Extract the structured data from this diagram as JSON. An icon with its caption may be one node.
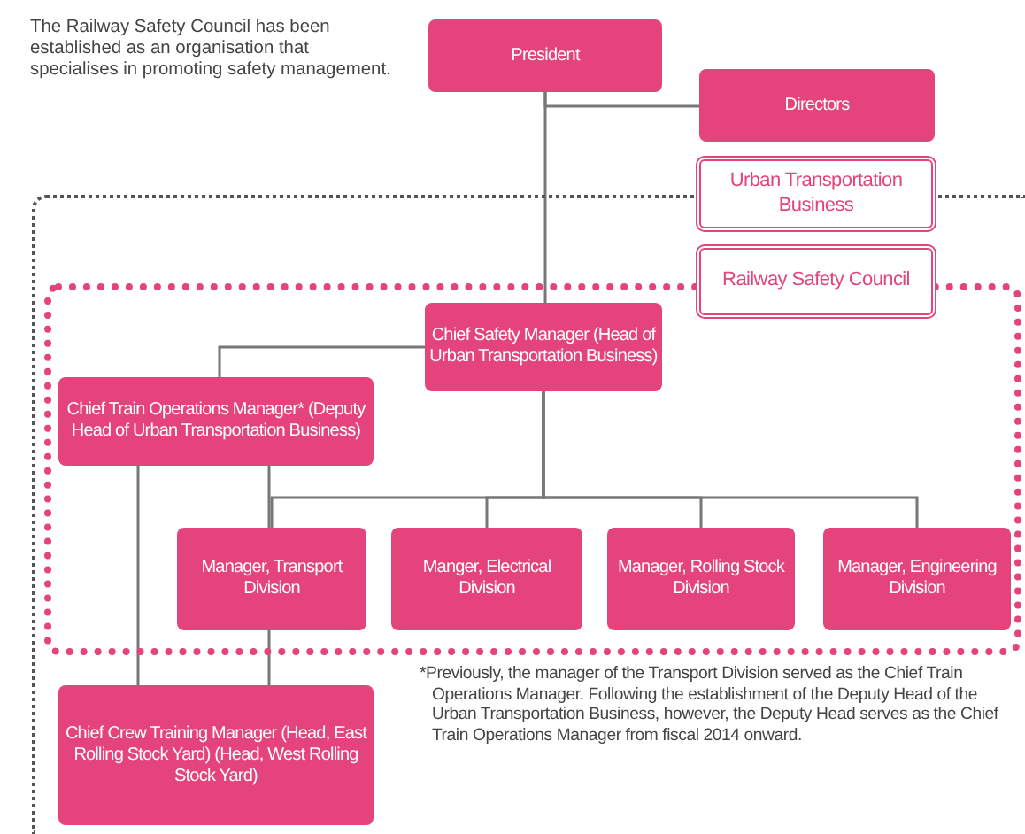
{
  "diagram": {
    "nodes": [
      {
        "text": [
          "President"
        ]
      },
      {
        "text": [
          "Directors"
        ]
      },
      {
        "text": [
          "Urban Transportation Business"
        ]
      },
      {
        "text": [
          "Railway Safety Council"
        ],
        "in": 2
      },
      {
        "text": [
          "Chief Safety Manager (Head of Urban Transportation Business)"
        ],
        "in": 3
      },
      {
        "text": [
          "Chief Train Operations Manager* (Deputy Head of Urban Transportation Business)"
        ],
        "in": 3
      },
      {
        "text": [
          "Manager, Transport Division"
        ],
        "in": 3
      },
      {
        "text": [
          "Manger, Electrical Division"
        ],
        "in": 3
      },
      {
        "text": [
          "Manager, Rolling Stock Division"
        ],
        "in": 3
      },
      {
        "text": [
          "Manager, Engineering Division"
        ],
        "in": 3
      },
      {
        "text": [
          "Chief Crew Training Manager (Head, East Rolling Stock Yard) (Head, West Rolling Stock Yard)"
        ],
        "in": 2
      }
    ],
    "edges": [
      {
        "from": 0,
        "to": 1,
        "arrow": "none"
      },
      {
        "from": 0,
        "to": 4,
        "arrow": "none"
      },
      {
        "from": 4,
        "to": 5,
        "arrow": "none"
      },
      {
        "from": 4,
        "to": 6,
        "arrow": "none"
      },
      {
        "from": 4,
        "to": 7,
        "arrow": "none"
      },
      {
        "from": 4,
        "to": 8,
        "arrow": "none"
      },
      {
        "from": 4,
        "to": 9,
        "arrow": "none"
      },
      {
        "from": 5,
        "to": 6,
        "arrow": "none"
      },
      {
        "from": 5,
        "to": 10,
        "arrow": "none"
      },
      {
        "from": 6,
        "to": 10,
        "arrow": "none"
      }
    ],
    "labels": [
      "The Railway Safety Council has been established as an organisation that specialises in promoting safety management.",
      "*Previously, the manager of the Transport Division served as the Chief Train Operations Manager. Following the establishment of the Deputy Head of the Urban Transportation Business, however, the Deputy Head serves as the Chief Train Operations Manager from fiscal 2014 onward."
    ]
  }
}
